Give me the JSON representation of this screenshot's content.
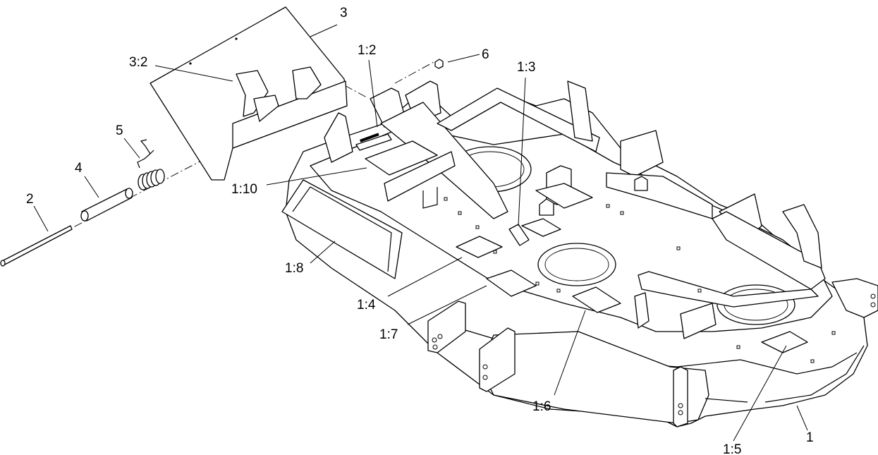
{
  "diagram": {
    "callouts": {
      "c3": "3",
      "c3_2": "3:2",
      "c1_2": "1:2",
      "c6": "6",
      "c1_3": "1:3",
      "c5": "5",
      "c4": "4",
      "c2": "2",
      "c1_10": "1:10",
      "c1_8": "1:8",
      "c1_4": "1:4",
      "c1_7": "1:7",
      "c1_6": "1:6",
      "c1_5": "1:5",
      "c1": "1"
    }
  }
}
